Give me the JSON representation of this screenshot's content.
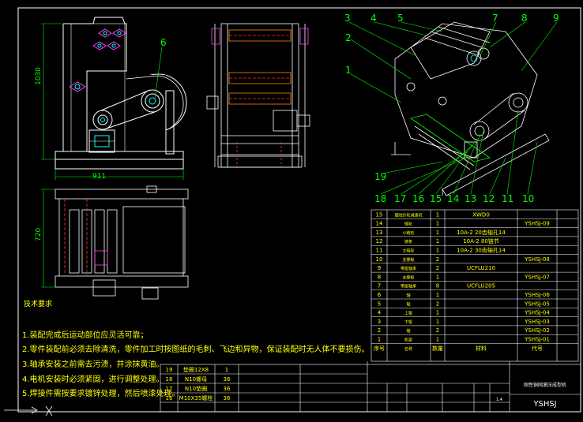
{
  "dimensions": {
    "height_label": "1030",
    "width_label": "911",
    "depth_label": "720"
  },
  "balloons": [
    "1",
    "2",
    "3",
    "4",
    "5",
    "6",
    "7",
    "8",
    "9",
    "10",
    "11",
    "12",
    "13",
    "14",
    "15",
    "16",
    "17",
    "18",
    "19"
  ],
  "tech_title": "技术要求",
  "tech_notes": [
    "1.装配完成后运动部位应灵活可靠；",
    "2.零件装配前必须去除清洗，零件加工时按图纸的毛刺、飞边和异物，保证装配时无人体不要损伤。",
    "3.轴承安装之前需去污渍，并涂抹黄油。",
    "4.电机安装时必须紧固，进行调整处理。",
    "5.焊接件需按要求镀锌处理，然后喷漆处理。"
  ],
  "bom_rows": [
    {
      "no": "15",
      "name": "摆线针轮减速机",
      "qty": "1",
      "spec": "XWD0",
      "code": ""
    },
    {
      "no": "14",
      "name": "链轮",
      "qty": "1",
      "spec": "",
      "code": "YSHSJ-09"
    },
    {
      "no": "13",
      "name": "小链轮",
      "qty": "1",
      "spec": "10A-2 20齿轴孔14",
      "code": ""
    },
    {
      "no": "12",
      "name": "链条",
      "qty": "1",
      "spec": "10A-2 80链节",
      "code": ""
    },
    {
      "no": "11",
      "name": "大链轮",
      "qty": "1",
      "spec": "10A-2 30齿轴孔14",
      "code": ""
    },
    {
      "no": "10",
      "name": "支撑板",
      "qty": "2",
      "spec": "",
      "code": "YSHSJ-08"
    },
    {
      "no": "9",
      "name": "带座轴承",
      "qty": "2",
      "spec": "UCFLU210",
      "code": ""
    },
    {
      "no": "8",
      "name": "支撑板",
      "qty": "1",
      "spec": "",
      "code": "YSHSJ-07"
    },
    {
      "no": "7",
      "name": "带座轴承",
      "qty": "8",
      "spec": "UCFLU205",
      "code": ""
    },
    {
      "no": "6",
      "name": "轴",
      "qty": "1",
      "spec": "",
      "code": "YSHSJ-06"
    },
    {
      "no": "5",
      "name": "辊",
      "qty": "2",
      "spec": "",
      "code": "YSHSJ-05"
    },
    {
      "no": "4",
      "name": "上辊",
      "qty": "1",
      "spec": "",
      "code": "YSHSJ-04"
    },
    {
      "no": "3",
      "name": "下辊",
      "qty": "1",
      "spec": "",
      "code": "YSHSJ-03"
    },
    {
      "no": "2",
      "name": "轴",
      "qty": "2",
      "spec": "",
      "code": "YSHSJ-02"
    },
    {
      "no": "1",
      "name": "机架",
      "qty": "1",
      "spec": "",
      "code": "YSHSJ-01"
    }
  ],
  "bom_header": {
    "no": "序号",
    "name": "名称",
    "qty": "数量",
    "spec": "材料",
    "code": "代号"
  },
  "lower_rows": [
    {
      "no": "19",
      "name": "垫圈12X8",
      "qty": "1"
    },
    {
      "no": "18",
      "name": "N10螺母",
      "qty": "36"
    },
    {
      "no": "17",
      "name": "N10垫圈",
      "qty": "36"
    },
    {
      "no": "16",
      "name": "M10X35螺栓",
      "qty": "36"
    }
  ],
  "title_block": {
    "title": "刚性铜网滚压成型机",
    "code": "YSHSJ",
    "scale": "1:4"
  },
  "colors": {
    "line": "#ffffff",
    "yellow": "#ffff00",
    "cyan": "#00ffff",
    "green": "#00ff00",
    "red": "#ff3030",
    "magenta": "#ff40ff",
    "orange": "#ff8800",
    "gray": "#9a9a9a"
  }
}
